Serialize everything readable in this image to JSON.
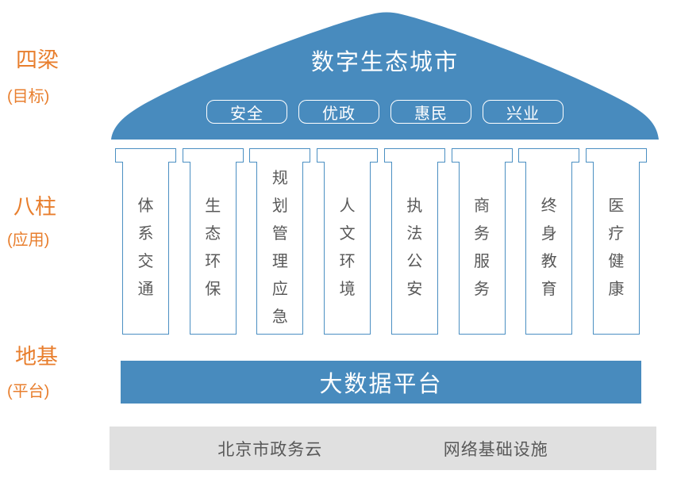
{
  "colors": {
    "primary_blue": "#488BBE",
    "pillar_border_blue": "#4B8FC2",
    "accent_orange": "#E87E2D",
    "foundation_gray": "#E0E0E0",
    "text_gray": "#595959"
  },
  "side_labels": {
    "beams": {
      "title": "四梁",
      "subtitle": "(目标)"
    },
    "pillars": {
      "title": "八柱",
      "subtitle": "(应用)"
    },
    "foundation": {
      "title": "地基",
      "subtitle": "(平台)"
    }
  },
  "roof": {
    "title": "数字生态城市",
    "badges": [
      "安全",
      "优政",
      "惠民",
      "兴业"
    ]
  },
  "pillars": [
    "体系交通",
    "生态环保",
    "规划管理应急",
    "人文环境",
    "执法公安",
    "商务服务",
    "终身教育",
    "医疗健康"
  ],
  "platform": {
    "label": "大数据平台"
  },
  "foundation": {
    "items": [
      "北京市政务云",
      "网络基础设施"
    ]
  }
}
